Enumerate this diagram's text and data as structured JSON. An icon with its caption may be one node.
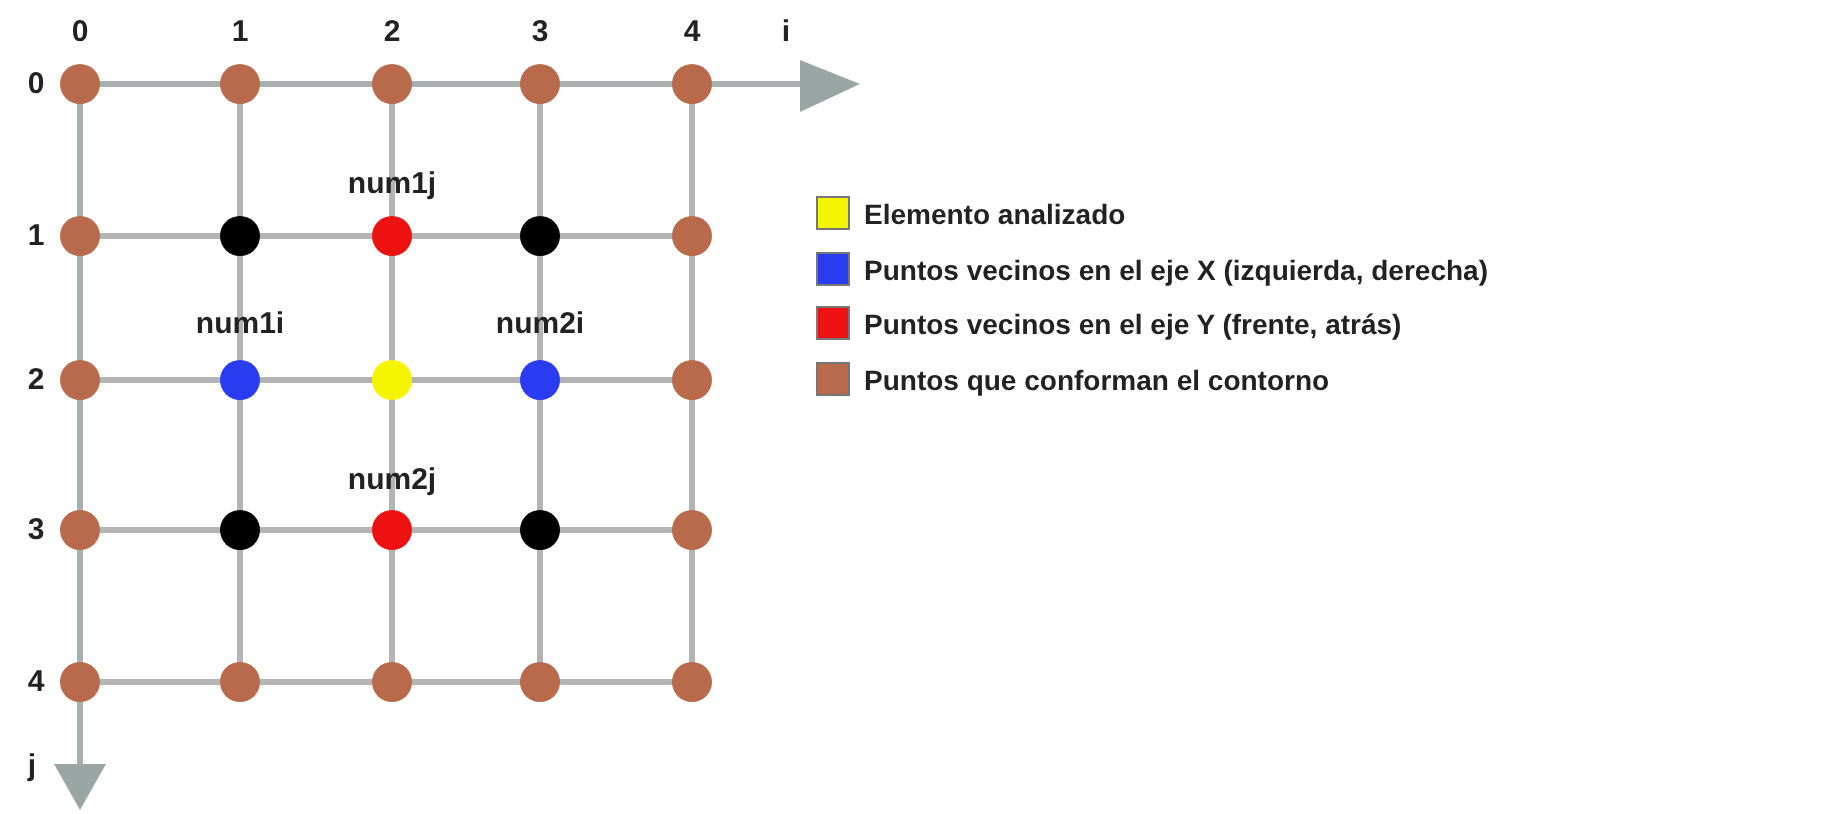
{
  "diagram": {
    "labels": [
      "0",
      "1",
      "2",
      "3",
      "4",
      "i",
      "0",
      "num1j",
      "1",
      "num1i",
      "num2i",
      "2",
      "num2j",
      "3",
      "4",
      "j"
    ],
    "legend": [
      {
        "text": "Elemento analizado",
        "color": "#f5f500"
      },
      {
        "text": "Puntos vecinos en el eje X  (izquierda, derecha)",
        "color": "#2a3cf0"
      },
      {
        "text": "Puntos vecinos en el eje Y  (frente, atrás)",
        "color": "#ee1111"
      },
      {
        "text": "Puntos que conforman el contorno",
        "color": "#b86a4a"
      }
    ]
  }
}
